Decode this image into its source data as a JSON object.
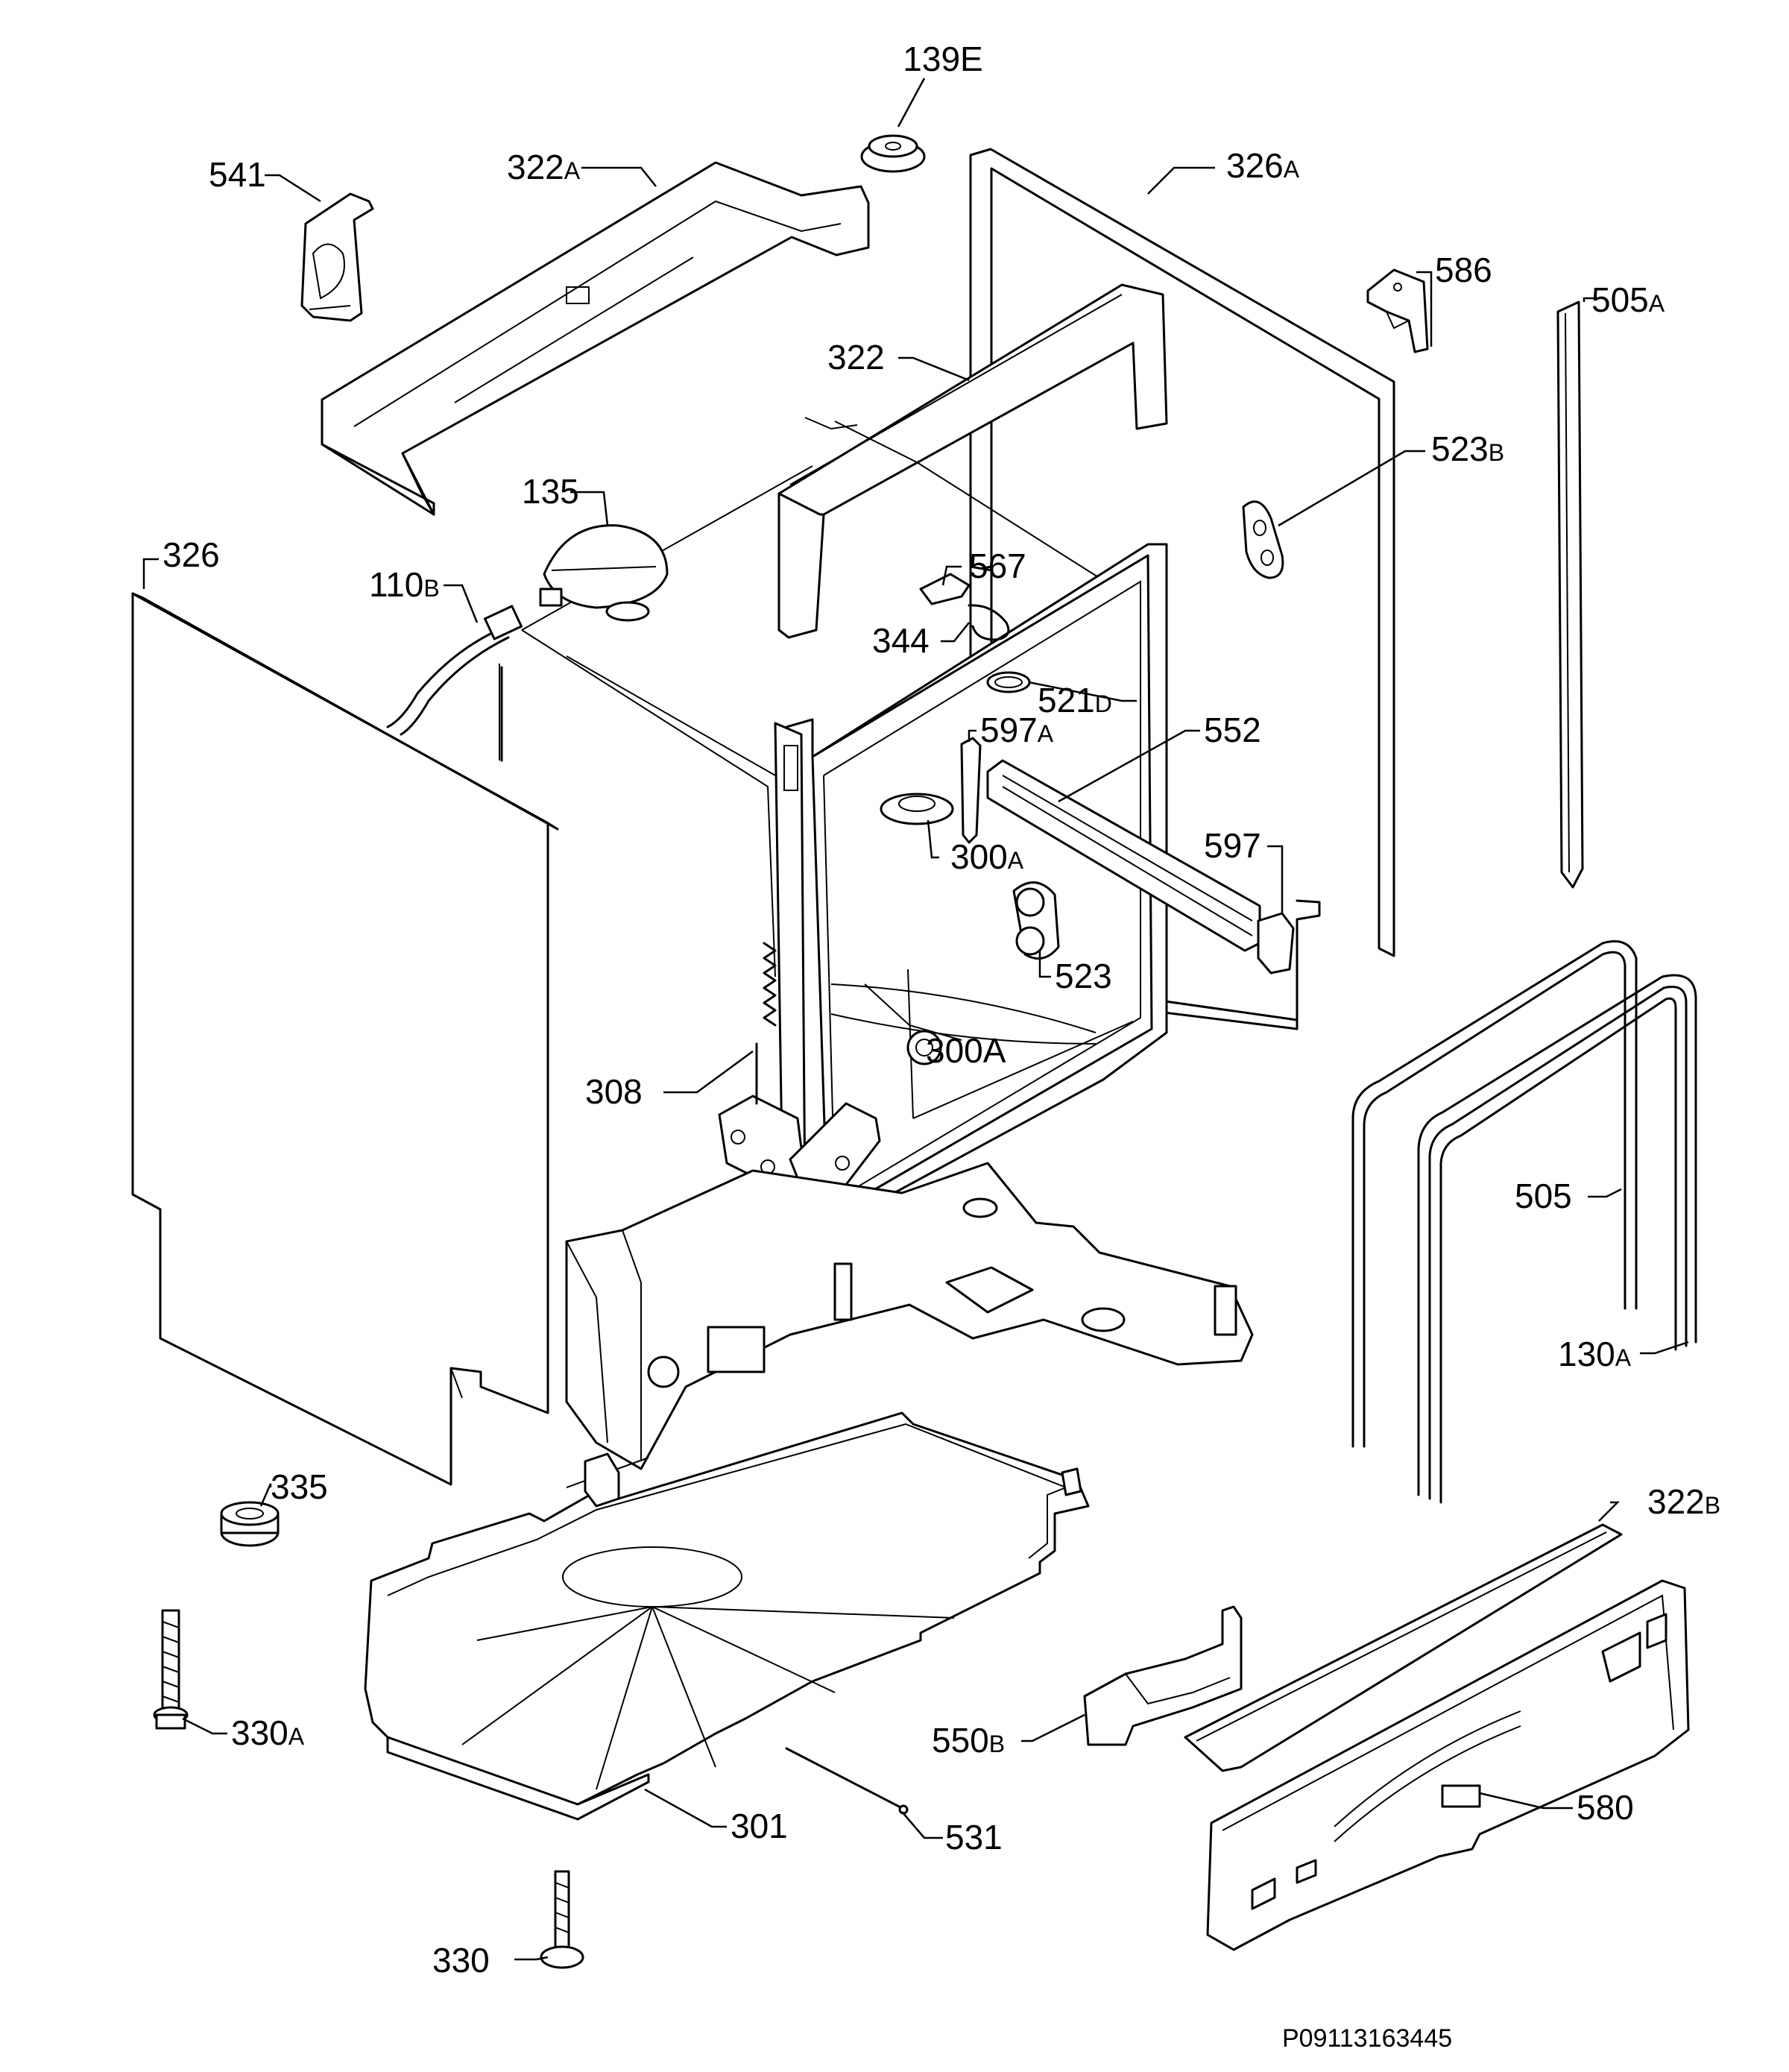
{
  "diagram": {
    "reference_code": "P09113163445",
    "labels": [
      {
        "id": "139E",
        "main": "139E",
        "sub": ""
      },
      {
        "id": "541",
        "main": "541",
        "sub": ""
      },
      {
        "id": "322A",
        "main": "322",
        "sub": "A"
      },
      {
        "id": "326A",
        "main": "326",
        "sub": "A"
      },
      {
        "id": "586",
        "main": "586",
        "sub": ""
      },
      {
        "id": "505A",
        "main": "505",
        "sub": "A"
      },
      {
        "id": "322",
        "main": "322",
        "sub": ""
      },
      {
        "id": "523B",
        "main": "523",
        "sub": "B"
      },
      {
        "id": "135",
        "main": "135",
        "sub": ""
      },
      {
        "id": "326",
        "main": "326",
        "sub": ""
      },
      {
        "id": "110B",
        "main": "110",
        "sub": "B"
      },
      {
        "id": "567",
        "main": "567",
        "sub": ""
      },
      {
        "id": "344",
        "main": "344",
        "sub": ""
      },
      {
        "id": "521D",
        "main": "521",
        "sub": "D"
      },
      {
        "id": "597A",
        "main": "597",
        "sub": "A"
      },
      {
        "id": "552",
        "main": "552",
        "sub": ""
      },
      {
        "id": "300A-1",
        "main": "300",
        "sub": "A"
      },
      {
        "id": "597",
        "main": "597",
        "sub": ""
      },
      {
        "id": "523",
        "main": "523",
        "sub": ""
      },
      {
        "id": "300A-2",
        "main": "300A",
        "sub": ""
      },
      {
        "id": "308",
        "main": "308",
        "sub": ""
      },
      {
        "id": "505",
        "main": "505",
        "sub": ""
      },
      {
        "id": "130A",
        "main": "130",
        "sub": "A"
      },
      {
        "id": "335",
        "main": "335",
        "sub": ""
      },
      {
        "id": "322B",
        "main": "322",
        "sub": "B"
      },
      {
        "id": "330A",
        "main": "330",
        "sub": "A"
      },
      {
        "id": "550B",
        "main": "550",
        "sub": "B"
      },
      {
        "id": "580",
        "main": "580",
        "sub": ""
      },
      {
        "id": "301",
        "main": "301",
        "sub": ""
      },
      {
        "id": "531",
        "main": "531",
        "sub": ""
      },
      {
        "id": "330",
        "main": "330",
        "sub": ""
      }
    ]
  }
}
